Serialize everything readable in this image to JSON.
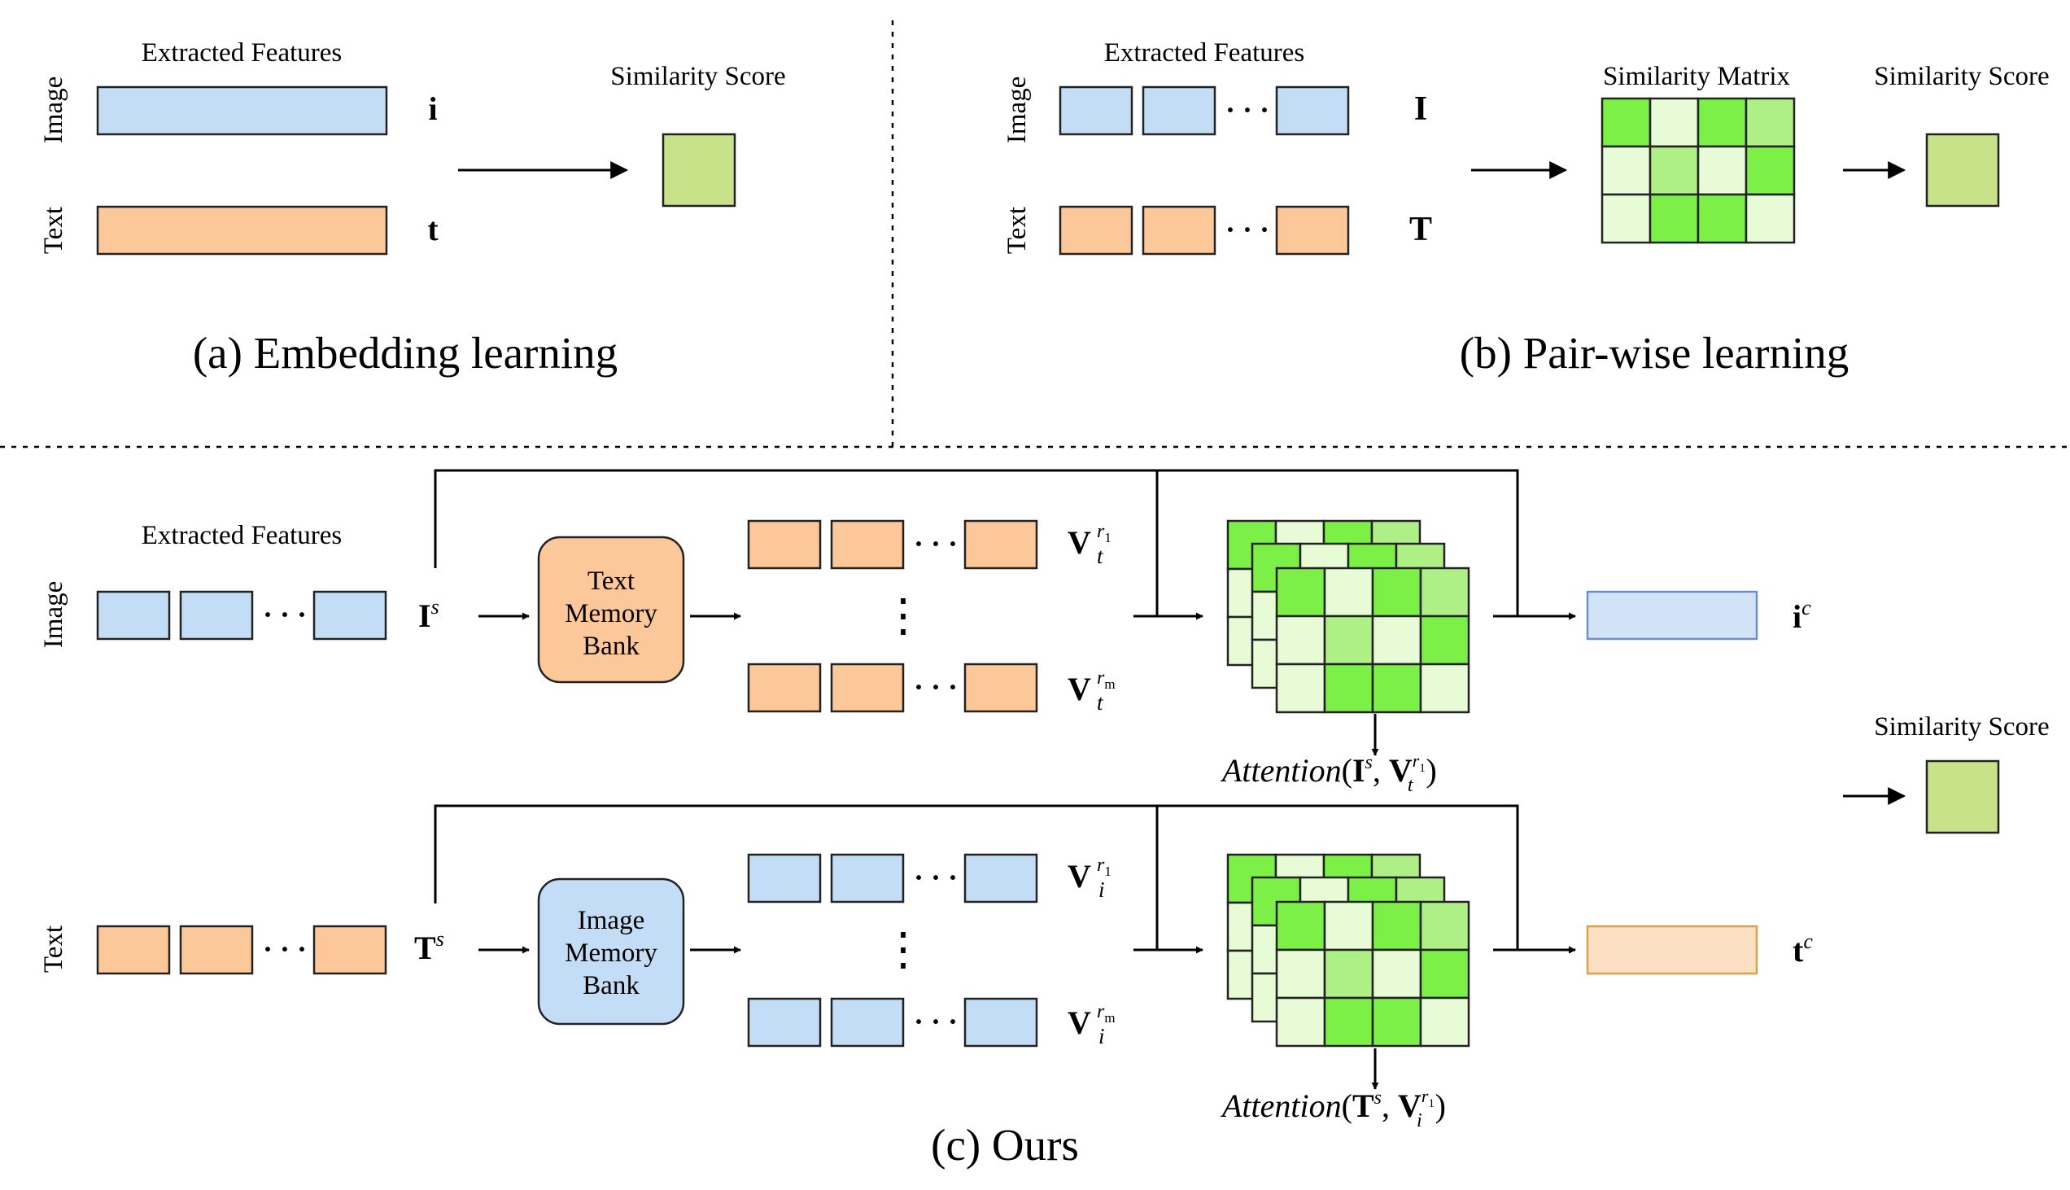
{
  "panels": {
    "a": {
      "header": "Extracted Features",
      "image_label": "Image",
      "text_label": "Text",
      "image_symbol": "i",
      "text_symbol": "t",
      "score_label": "Similarity Score",
      "caption": "(a) Embedding learning"
    },
    "b": {
      "header": "Extracted Features",
      "image_label": "Image",
      "text_label": "Text",
      "image_symbol": "I",
      "text_symbol": "T",
      "matrix_label": "Similarity Matrix",
      "score_label": "Similarity Score",
      "caption": "(b) Pair-wise learning"
    },
    "c": {
      "header": "Extracted Features",
      "image_label": "Image",
      "text_label": "Text",
      "image_symbol": "I",
      "image_symbol_sup": "s",
      "text_symbol": "T",
      "text_symbol_sup": "s",
      "text_bank_lines": [
        "Text",
        "Memory",
        "Bank"
      ],
      "image_bank_lines": [
        "Image",
        "Memory",
        "Bank"
      ],
      "v_sym": "V",
      "v_sub_t": "t",
      "v_sub_i": "i",
      "r1": "r",
      "r1_sub": "1",
      "rm": "r",
      "rm_sub": "m",
      "attention_word": "Attention",
      "out_image_symbol": "i",
      "out_text_symbol": "t",
      "out_sup": "c",
      "score_label": "Similarity Score",
      "caption": "(c) Ours",
      "dots": "· · ·",
      "vdots": "⋮"
    }
  },
  "colors": {
    "image_fill": "#c3ddf7",
    "text_fill": "#fcc89a",
    "score_fill": "#c7e289",
    "dark_green": "#7cf046",
    "mid_green": "#aef085",
    "light_green": "#e6fbd6",
    "out_image_fill": "#d2e3f8",
    "out_image_stroke": "#6b8fc7",
    "out_text_fill": "#fde0c3",
    "out_text_stroke": "#d9a14a"
  },
  "matrix_pattern": [
    [
      2,
      0,
      2,
      1
    ],
    [
      0,
      1,
      0,
      2
    ],
    [
      0,
      2,
      2,
      0
    ]
  ]
}
